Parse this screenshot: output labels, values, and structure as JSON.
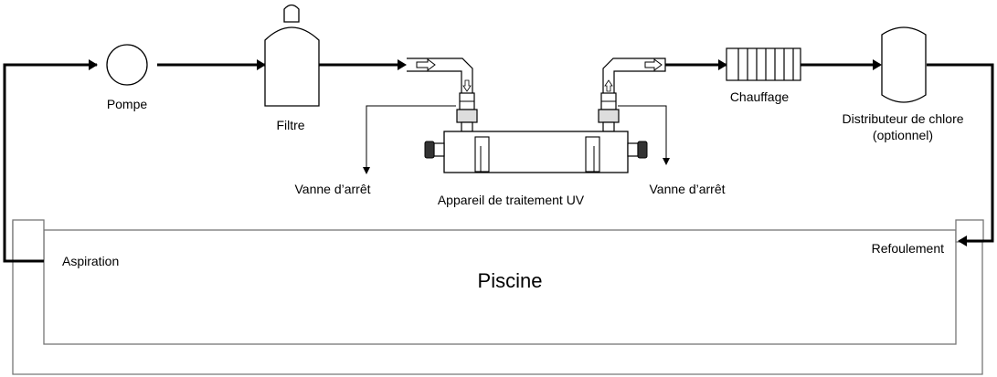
{
  "labels": {
    "pump": "Pompe",
    "filter": "Filtre",
    "valve_left": "Vanne d’arrêt",
    "uv_unit": "Appareil de traitement UV",
    "valve_right": "Vanne d’arrêt",
    "heater": "Chauffage",
    "chlorinator_line1": "Distributeur de chlore",
    "chlorinator_line2": "(optionnel)",
    "suction": "Aspiration",
    "return": "Refoulement",
    "pool": "Piscine"
  },
  "colors": {
    "line": "#000000",
    "pool_outline": "#777777",
    "background": "#ffffff"
  }
}
